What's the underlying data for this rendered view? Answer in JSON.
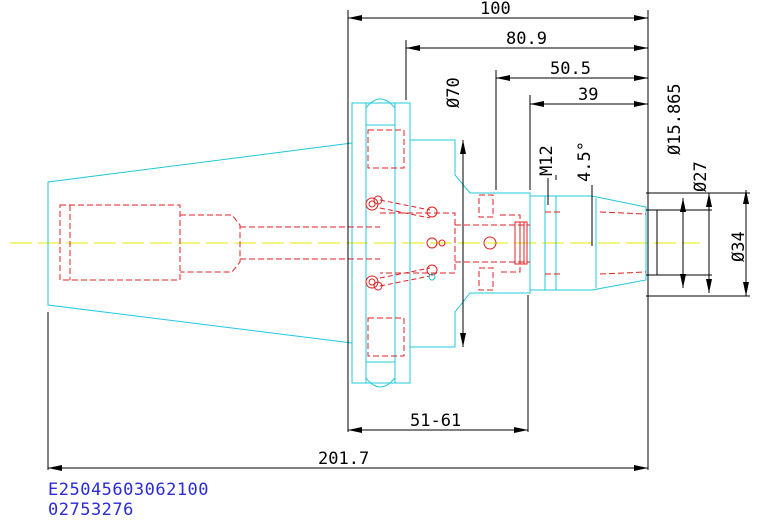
{
  "dimensions": {
    "d100": "100",
    "d80_9": "80.9",
    "d50_5": "50.5",
    "d39": "39",
    "d51_61": "51-61",
    "d201_7": "201.7",
    "dia70": "Ø70",
    "m12": "M12",
    "angle": "4.5°",
    "dia15_865": "Ø15.865",
    "dia27": "Ø27",
    "dia34": "Ø34"
  },
  "part_codes": {
    "line1": "E25045603062100",
    "line2": "02753276"
  },
  "colors": {
    "outline": "#22c8d8",
    "hidden": "#e02020",
    "centerline": "#e8e800",
    "dimension": "#000000",
    "code_text": "#2a2ad8"
  }
}
